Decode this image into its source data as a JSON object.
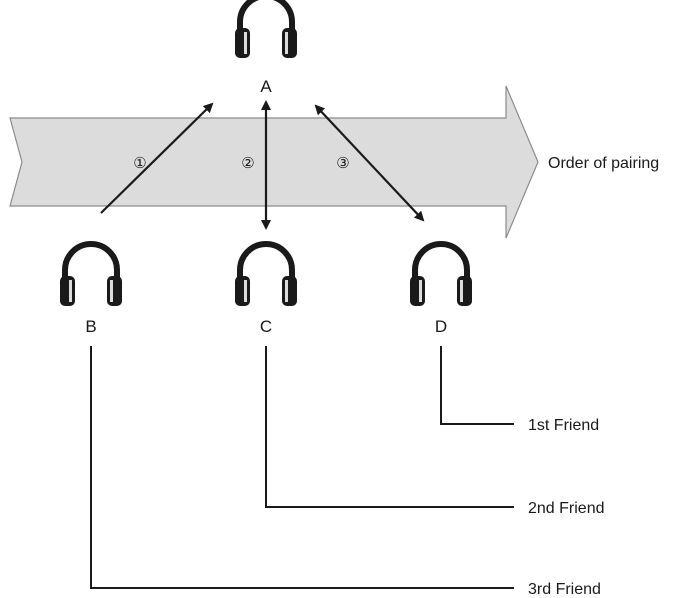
{
  "diagram": {
    "direction_label": "Order of pairing",
    "arrow_fill_color": "#dcdcdc",
    "arrow_stroke_color": "#8c8c8c",
    "nodes": [
      {
        "id": "a",
        "label": "A",
        "icon": "headphones-icon"
      },
      {
        "id": "b",
        "label": "B",
        "icon": "headphones-icon"
      },
      {
        "id": "c",
        "label": "C",
        "icon": "headphones-icon"
      },
      {
        "id": "d",
        "label": "D",
        "icon": "headphones-icon"
      }
    ],
    "steps": [
      {
        "number": "①",
        "from": "b",
        "to": "a"
      },
      {
        "number": "②",
        "from": "c",
        "to": "a"
      },
      {
        "number": "③",
        "from": "d",
        "to": "a"
      }
    ],
    "friends": [
      {
        "node": "d",
        "label": "1st Friend"
      },
      {
        "node": "c",
        "label": "2nd Friend"
      },
      {
        "node": "b",
        "label": "3rd Friend"
      }
    ]
  }
}
